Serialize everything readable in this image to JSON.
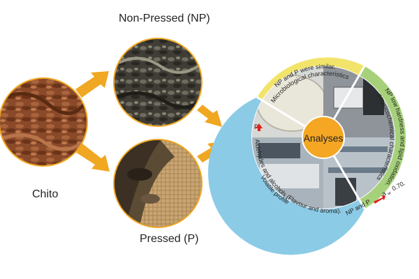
{
  "labels": {
    "chito": "Chito",
    "non_pressed": "Non-Pressed (NP)",
    "pressed": "Pressed (P)"
  },
  "wheel": {
    "center": "Analyses",
    "micro_title": "Microbiological characteristics",
    "micro_result": "NP and P were similar.",
    "physico_title": "Physicochemical characteristics",
    "physico_result": "NP low hardness and lipid oxidation.",
    "physico_aw_prefix": "NP and P",
    "physico_aw_suffix": "a",
    "physico_aw_sub": "w",
    "physico_aw_value": "0.70.",
    "volatile_title": "Volatile profile",
    "volatile_result": "Aldehydes and alcohols (Flavour and aroma).",
    "volatile_prefix": "P"
  },
  "colors": {
    "yellow_band": "#f2e46a",
    "green_band": "#a6d17a",
    "blue_band": "#8ccbe6",
    "center_circle": "#f5a623",
    "arrow": "#f0a722",
    "red_arrow": "#e0221b"
  }
}
